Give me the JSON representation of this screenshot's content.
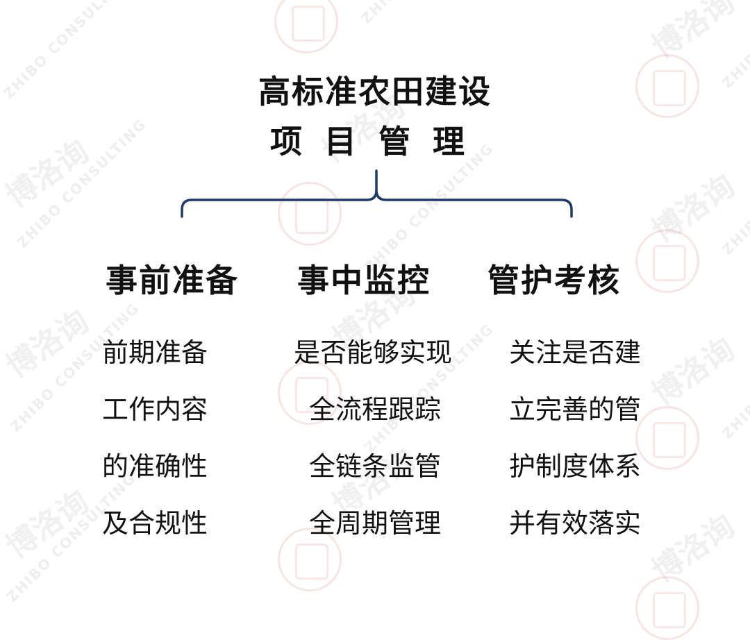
{
  "title": {
    "line1": "高标准农田建设",
    "line2": "项目管理"
  },
  "categories": [
    {
      "label": "事前准备",
      "lines": [
        "前期准备",
        "工作内容",
        "的准确性",
        "及合规性"
      ]
    },
    {
      "label": "事中监控",
      "lines": [
        "是否能够实现",
        "全流程跟踪",
        "全链条监管",
        "全周期管理"
      ]
    },
    {
      "label": "管护考核",
      "lines": [
        "关注是否建",
        "立完善的管",
        "护制度体系",
        "并有效落实"
      ]
    }
  ],
  "watermark": {
    "text": "ZHIBO CONSULTING",
    "script": "博洛询",
    "icon": "seal-icon"
  },
  "colors": {
    "text": "#111111",
    "bracket": "#1f3a68",
    "seal": "#d67878",
    "watermark": "#969696"
  }
}
